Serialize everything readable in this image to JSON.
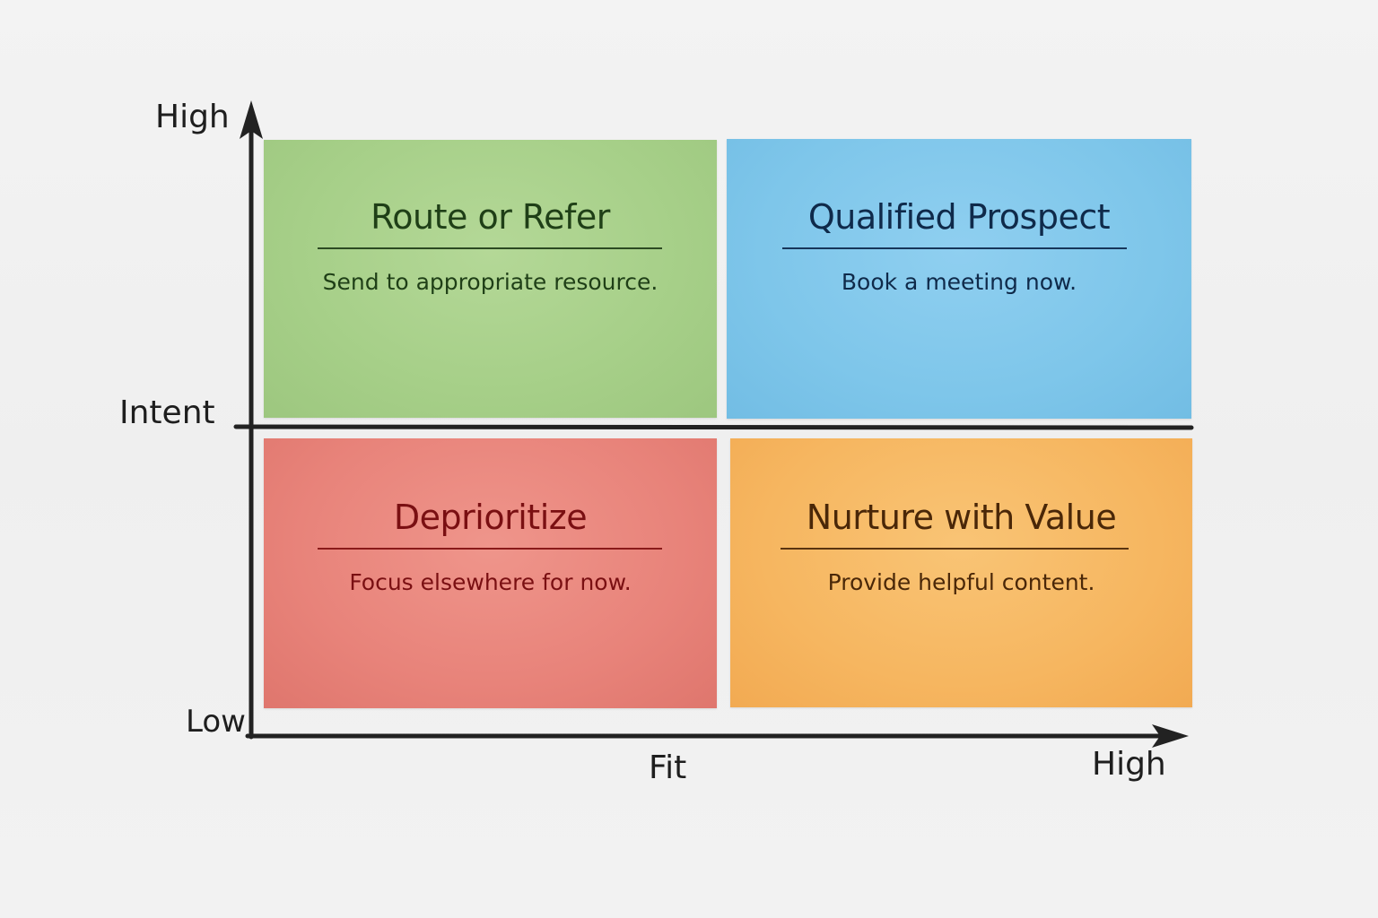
{
  "diagram": {
    "type": "2x2-matrix",
    "axes": {
      "y": {
        "name": "Intent",
        "high_label": "High",
        "low_label": "Low"
      },
      "x": {
        "name": "Fit",
        "high_label": "High"
      },
      "line_color": "#222222"
    },
    "quadrants": {
      "top_left": {
        "title": "Route or Refer",
        "subtitle": "Send to appropriate resource.",
        "fill_color": "#a9d08a",
        "text_color": "#1f3f17",
        "position": "Low Fit / High Intent"
      },
      "top_right": {
        "title": "Qualified Prospect",
        "subtitle": "Book a meeting now.",
        "fill_color": "#7fc6ea",
        "text_color": "#0f2a4a",
        "position": "High Fit / High Intent"
      },
      "bottom_left": {
        "title": "Deprioritize",
        "subtitle": "Focus elsewhere for now.",
        "fill_color": "#e8837a",
        "text_color": "#7a0f12",
        "position": "Low Fit / Low Intent"
      },
      "bottom_right": {
        "title": "Nurture with Value",
        "subtitle": "Provide helpful content.",
        "fill_color": "#f7b65f",
        "text_color": "#4a2708",
        "position": "High Fit / Low Intent"
      }
    }
  }
}
